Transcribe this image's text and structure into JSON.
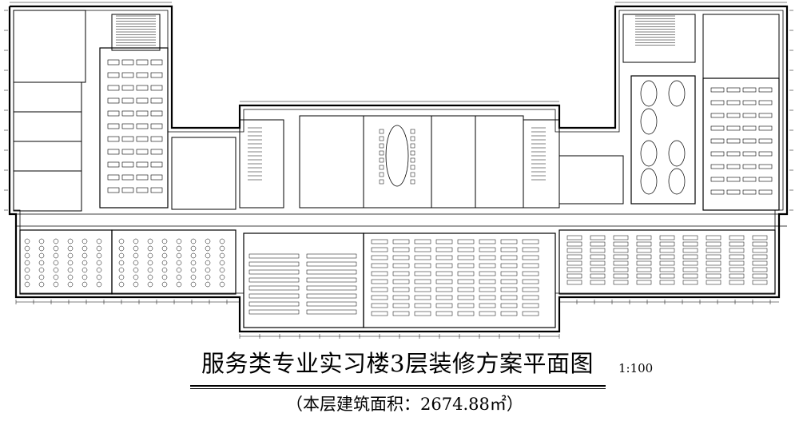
{
  "drawing": {
    "title": "服务类专业实习楼3层装修方案平面图",
    "scale": "1:100",
    "area_note": "（本层建筑面积：2674.88㎡）"
  }
}
